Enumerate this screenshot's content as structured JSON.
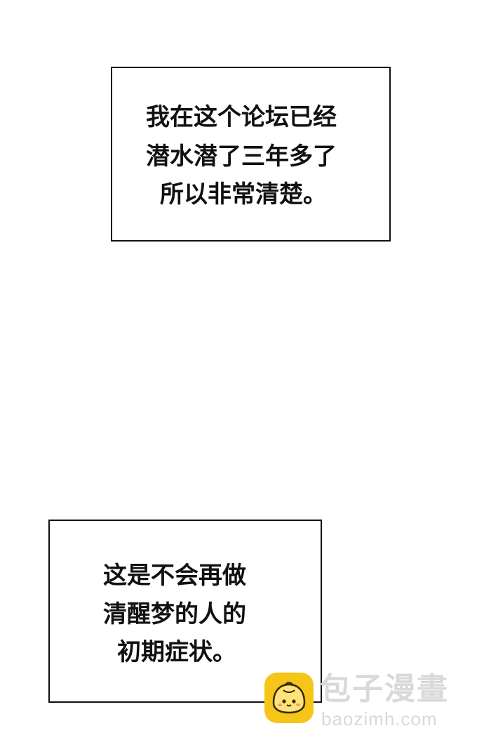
{
  "panels": [
    {
      "lines": [
        "我在这个论坛已经",
        "潜水潜了三年多了",
        "所以非常清楚。"
      ]
    },
    {
      "lines": [
        "这是不会再做",
        "清醒梦的人的",
        "初期症状。"
      ]
    }
  ],
  "watermark": {
    "title": "包子漫畫",
    "url": "baozimh.com",
    "logo_icon": "bun-mascot-icon",
    "colors": {
      "logo_fill": "#f5c518",
      "text": "#d9d9d9"
    }
  },
  "colors": {
    "background": "#ffffff",
    "border": "#111111",
    "text": "#111111"
  }
}
